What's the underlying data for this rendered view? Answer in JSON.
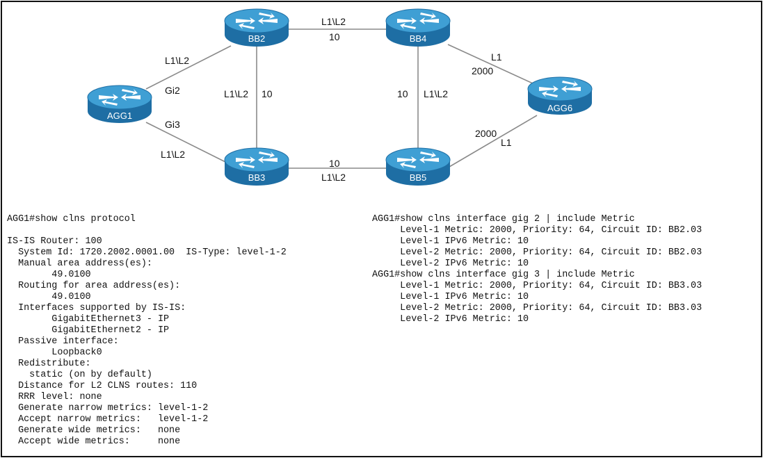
{
  "diagram": {
    "routers": [
      {
        "id": "BB2",
        "label": "BB2"
      },
      {
        "id": "BB4",
        "label": "BB4"
      },
      {
        "id": "AGG1",
        "label": "AGG1"
      },
      {
        "id": "AGG6",
        "label": "AGG6"
      },
      {
        "id": "BB3",
        "label": "BB3"
      },
      {
        "id": "BB5",
        "label": "BB5"
      }
    ],
    "links": [
      {
        "id": "bb2-bb4",
        "from": "BB2",
        "to": "BB4",
        "level": "L1\\L2",
        "metric": "10"
      },
      {
        "id": "agg1-bb2",
        "from": "AGG1",
        "to": "BB2",
        "level": "L1\\L2",
        "interface": "Gi2"
      },
      {
        "id": "agg1-bb3",
        "from": "AGG1",
        "to": "BB3",
        "level": "L1\\L2",
        "interface": "Gi3"
      },
      {
        "id": "bb2-bb3",
        "from": "BB2",
        "to": "BB3",
        "level": "L1\\L2",
        "metric": "10"
      },
      {
        "id": "bb4-bb5",
        "from": "BB4",
        "to": "BB5",
        "level": "L1\\L2",
        "metric": "10"
      },
      {
        "id": "bb3-bb5",
        "from": "BB3",
        "to": "BB5",
        "level": "L1\\L2",
        "metric": "10"
      },
      {
        "id": "bb4-agg6",
        "from": "BB4",
        "to": "AGG6",
        "level": "L1",
        "metric": "2000"
      },
      {
        "id": "bb5-agg6",
        "from": "BB5",
        "to": "AGG6",
        "level": "L1",
        "metric": "2000"
      }
    ],
    "colors": {
      "router_body": "#1e6ea4",
      "router_top": "#3f9fd4",
      "link": "#8a8a8a"
    }
  },
  "cli_left": [
    "AGG1#show clns protocol",
    "",
    "IS-IS Router: 100",
    "  System Id: 1720.2002.0001.00  IS-Type: level-1-2",
    "  Manual area address(es):",
    "        49.0100",
    "  Routing for area address(es):",
    "        49.0100",
    "  Interfaces supported by IS-IS:",
    "        GigabitEthernet3 - IP",
    "        GigabitEthernet2 - IP",
    "  Passive interface:",
    "        Loopback0",
    "  Redistribute:",
    "    static (on by default)",
    "  Distance for L2 CLNS routes: 110",
    "  RRR level: none",
    "  Generate narrow metrics: level-1-2",
    "  Accept narrow metrics:   level-1-2",
    "  Generate wide metrics:   none",
    "  Accept wide metrics:     none"
  ],
  "cli_right": [
    "AGG1#show clns interface gig 2 | include Metric",
    "     Level-1 Metric: 2000, Priority: 64, Circuit ID: BB2.03",
    "     Level-1 IPv6 Metric: 10",
    "     Level-2 Metric: 2000, Priority: 64, Circuit ID: BB2.03",
    "     Level-2 IPv6 Metric: 10",
    "AGG1#show clns interface gig 3 | include Metric",
    "     Level-1 Metric: 2000, Priority: 64, Circuit ID: BB3.03",
    "     Level-1 IPv6 Metric: 10",
    "     Level-2 Metric: 2000, Priority: 64, Circuit ID: BB3.03",
    "     Level-2 IPv6 Metric: 10"
  ]
}
